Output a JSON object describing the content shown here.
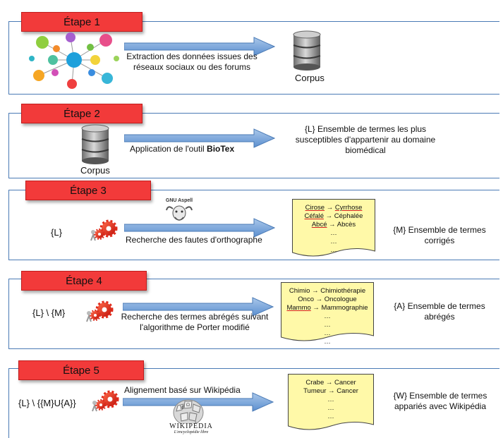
{
  "steps": [
    {
      "tag": "Étape 1",
      "arrow_label_lines": [
        "Extraction des données issues des",
        "réseaux sociaux ou des forums"
      ],
      "output_label": "Corpus"
    },
    {
      "tag": "Étape 2",
      "input_label": "Corpus",
      "arrow_label_prefix": "Application de l'outil ",
      "arrow_label_bold": "BioTex",
      "result_lines": [
        "{L}  Ensemble de termes les plus",
        "susceptibles d'appartenir au domaine",
        "biomédical"
      ]
    },
    {
      "tag": "Étape 3",
      "input_set": "{L}",
      "tool_logo_text": "GNU Aspell",
      "arrow_label": "Recherche des fautes d'orthographe",
      "doc_lines": [
        {
          "from": "Cirose",
          "to": "Cyrrhose",
          "ul_from": true,
          "ul_to": true
        },
        {
          "from": "Céfalé",
          "to": "Céphalée",
          "ul_from": true,
          "ul_to": false
        },
        {
          "from": "Abcé",
          "to": "Abcès",
          "ul_from": true,
          "ul_to": false
        }
      ],
      "doc_dots": [
        "…",
        "…",
        "…"
      ],
      "result_lines": [
        "{M} Ensemble de termes",
        "corrigés"
      ]
    },
    {
      "tag": "Étape 4",
      "input_set": "{L} \\ {M}",
      "arrow_label_lines": [
        "Recherche des termes abrégés suivant",
        "l'algorithme de Porter modifié"
      ],
      "doc_lines": [
        {
          "from": "Chimio",
          "to": "Chimiothérapie",
          "ul_from": false
        },
        {
          "from": "Onco",
          "to": "Oncologue",
          "ul_from": false
        },
        {
          "from": "Mammo",
          "to": "Mammographie",
          "ul_from": true
        }
      ],
      "doc_dots": [
        "…",
        "…",
        "…",
        "…"
      ],
      "result_lines": [
        "{A} Ensemble de termes",
        "abrégés"
      ]
    },
    {
      "tag": "Étape 5",
      "input_set": "{L} \\ {{M}U{A}}",
      "arrow_label": "Alignement basé sur Wikipédia",
      "wiki_title": "WIKIPÉDIA",
      "wiki_subtitle": "L'encyclopédie libre",
      "doc_lines": [
        {
          "from": "Crabe",
          "to": "Cancer",
          "ul_from": false
        },
        {
          "from": "Tumeur",
          "to": "Cancer",
          "ul_from": false
        }
      ],
      "doc_dots": [
        "…",
        "…",
        "…"
      ],
      "result_lines": [
        "{W}  Ensemble de termes",
        "appariés avec Wikipédia"
      ]
    }
  ],
  "arrow_symbol": "→",
  "colors": {
    "step_tag": "#f23a3a",
    "panel_border": "#4a7ab5",
    "arrow_fill": "#7aa5d8",
    "doc_fill": "#fff9a8",
    "gear_red": "#e02a1a"
  }
}
